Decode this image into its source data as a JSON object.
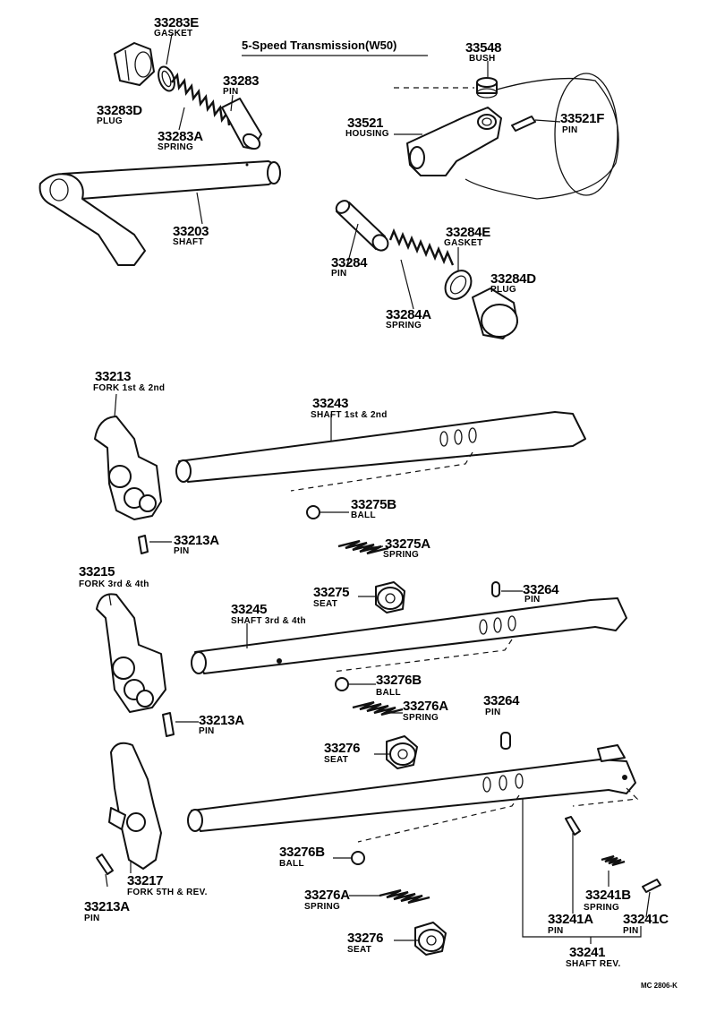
{
  "title": "5-Speed  Transmission(W50)",
  "catalog_code": "MC 2806-K",
  "parts": [
    {
      "num": "33283E",
      "name": "GASKET"
    },
    {
      "num": "33283D",
      "name": "PLUG"
    },
    {
      "num": "33283",
      "name": "PIN"
    },
    {
      "num": "33283A",
      "name": "SPRING"
    },
    {
      "num": "33203",
      "name": "SHAFT"
    },
    {
      "num": "33548",
      "name": "BUSH"
    },
    {
      "num": "33521",
      "name": "HOUSING"
    },
    {
      "num": "33521F",
      "name": "PIN"
    },
    {
      "num": "33284",
      "name": "PIN"
    },
    {
      "num": "33284E",
      "name": "GASKET"
    },
    {
      "num": "33284D",
      "name": "PLUG"
    },
    {
      "num": "33284A",
      "name": "SPRING"
    },
    {
      "num": "33213",
      "name": "FORK 1st & 2nd"
    },
    {
      "num": "33243",
      "name": "SHAFT  1st & 2nd"
    },
    {
      "num": "33275B",
      "name": "BALL"
    },
    {
      "num": "33213A",
      "name": "PIN"
    },
    {
      "num": "33275A",
      "name": "SPRING"
    },
    {
      "num": "33215",
      "name": "FORK 3rd & 4th"
    },
    {
      "num": "33275",
      "name": "SEAT"
    },
    {
      "num": "33264",
      "name": "PIN"
    },
    {
      "num": "33245",
      "name": "SHAFT  3rd & 4th"
    },
    {
      "num": "33276B",
      "name": "BALL"
    },
    {
      "num": "33264",
      "name": "PIN"
    },
    {
      "num": "33276A",
      "name": "SPRING"
    },
    {
      "num": "33213A",
      "name": "PIN"
    },
    {
      "num": "33276",
      "name": "SEAT"
    },
    {
      "num": "33276B",
      "name": "BALL"
    },
    {
      "num": "33217",
      "name": "FORK 5TH & REV."
    },
    {
      "num": "33213A",
      "name": "PIN"
    },
    {
      "num": "33276A",
      "name": "SPRING"
    },
    {
      "num": "33241B",
      "name": "SPRING"
    },
    {
      "num": "33241A",
      "name": "PIN"
    },
    {
      "num": "33241C",
      "name": "PIN"
    },
    {
      "num": "33276",
      "name": "SEAT"
    },
    {
      "num": "33241",
      "name": "SHAFT REV."
    }
  ]
}
